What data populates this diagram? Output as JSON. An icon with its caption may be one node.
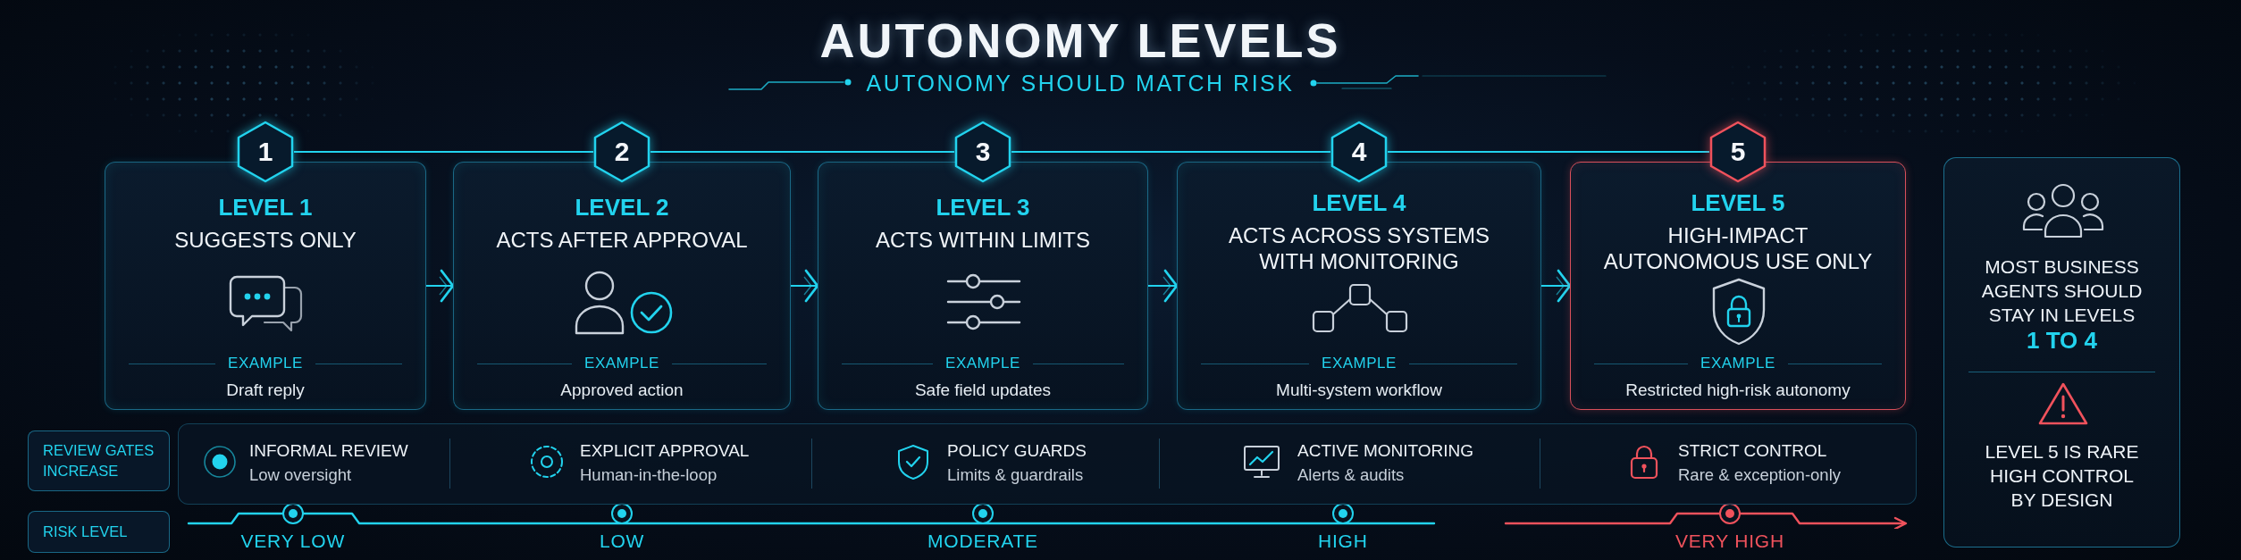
{
  "diagram": {
    "title": "AUTONOMY LEVELS",
    "nodes": [
      {
        "text": [
          "1"
        ]
      },
      {
        "text": [
          "2"
        ]
      },
      {
        "text": [
          "3"
        ]
      },
      {
        "text": [
          "4"
        ]
      },
      {
        "text": [
          "5"
        ]
      },
      {
        "text": [
          "LEVEL 1",
          "SUGGESTS ONLY",
          "EXAMPLE",
          "Draft reply"
        ]
      },
      {
        "text": [
          "LEVEL 2",
          "ACTS AFTER APPROVAL",
          "EXAMPLE",
          "Approved action"
        ]
      },
      {
        "text": [
          "LEVEL 3",
          "ACTS WITHIN LIMITS",
          "EXAMPLE",
          "Safe field updates"
        ]
      },
      {
        "text": [
          "LEVEL 4",
          "ACTS ACROSS SYSTEMS WITH MONITORING",
          "EXAMPLE",
          "Multi-system workflow"
        ]
      },
      {
        "text": [
          "LEVEL 5",
          "HIGH-IMPACT AUTONOMOUS USE ONLY",
          "EXAMPLE",
          "Restricted high-risk autonomy"
        ]
      },
      {
        "text": [
          "MOST BUSINESS AGENTS SHOULD STAY IN LEVELS **1 TO 4**",
          "LEVEL 5 IS RARE HIGH CONTROL BY DESIGN"
        ]
      },
      {
        "text": [
          "REVIEW GATES INCREASE"
        ]
      },
      {
        "text": [
          "INFORMAL REVIEW",
          "Low oversight",
          "EXPLICIT APPROVAL",
          "Human-in-the-loop",
          "POLICY GUARDS",
          "Limits & guardrails",
          "ACTIVE MONITORING",
          "Alerts & audits",
          "STRICT CONTROL",
          "Rare & exception-only"
        ]
      },
      {
        "text": [
          "RISK LEVEL"
        ]
      }
    ],
    "edges": [
      {
        "from": 0,
        "to": 1,
        "arrow": "none"
      },
      {
        "from": 1,
        "to": 2,
        "arrow": "none"
      },
      {
        "from": 2,
        "to": 3,
        "arrow": "none"
      },
      {
        "from": 3,
        "to": 4,
        "arrow": "none"
      },
      {
        "from": 5,
        "to": 6,
        "arrow": "to"
      },
      {
        "from": 6,
        "to": 7,
        "arrow": "to"
      },
      {
        "from": 7,
        "to": 8,
        "arrow": "to"
      },
      {
        "from": 8,
        "to": 9,
        "arrow": "to"
      }
    ],
    "labels": [
      "AUTONOMY SHOULD MATCH RISK",
      "VERY LOW",
      "LOW",
      "MODERATE",
      "HIGH",
      "VERY HIGH"
    ]
  }
}
